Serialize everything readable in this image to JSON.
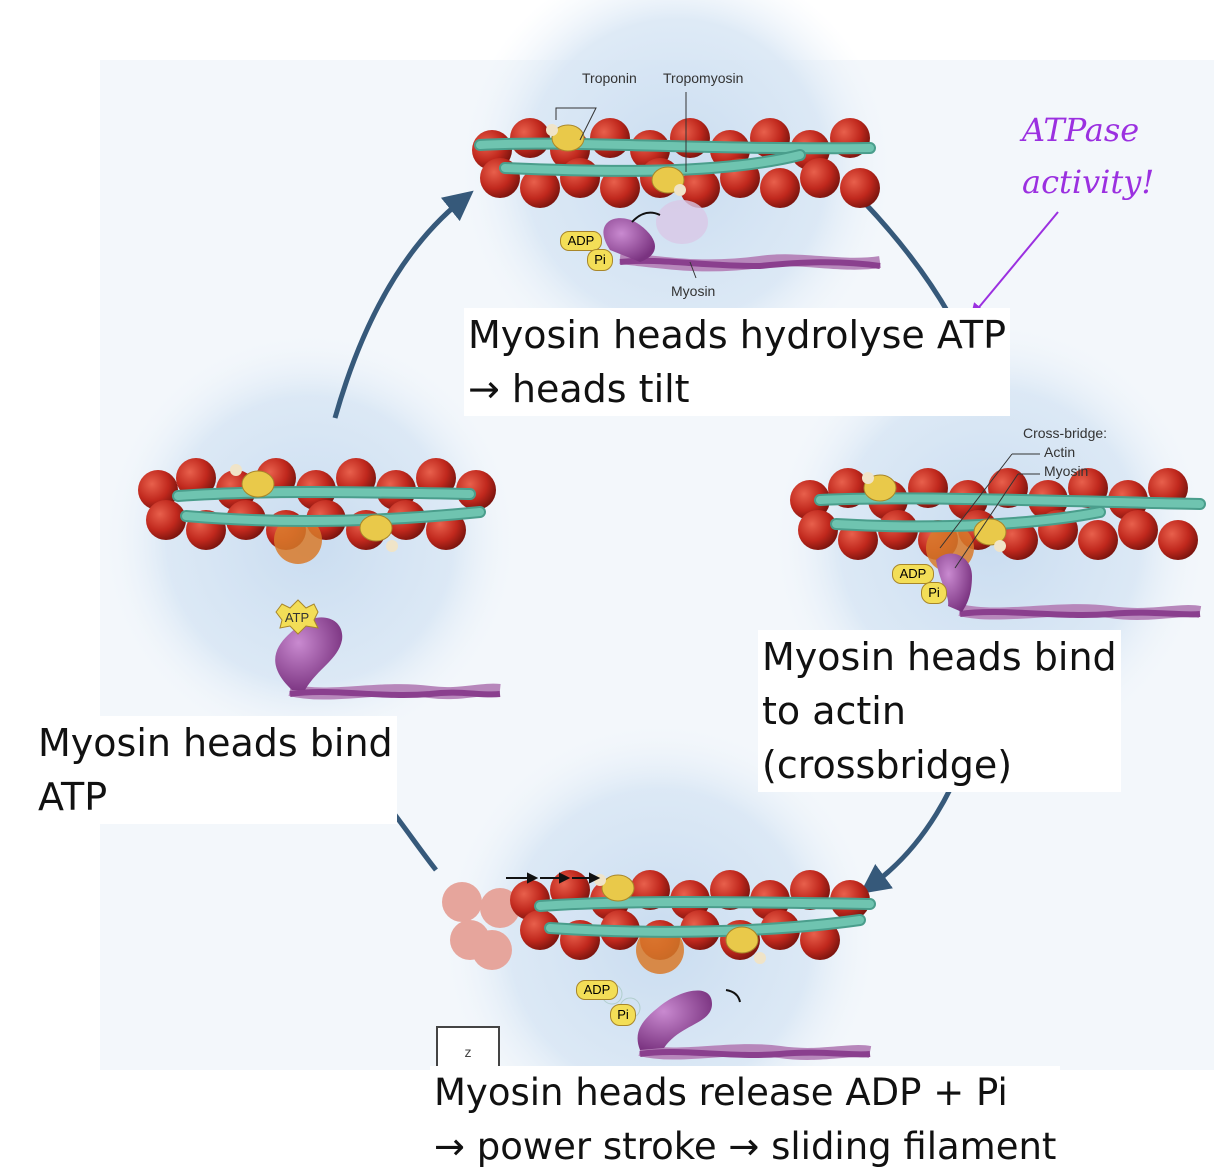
{
  "captions": {
    "top": {
      "line1": "Myosin heads hydrolyse ATP",
      "line2": "→ heads tilt"
    },
    "right": {
      "line1": "Myosin heads bind",
      "line2": "to actin",
      "line3": "(crossbridge)"
    },
    "left": {
      "line1": "Myosin heads bind",
      "line2": "ATP"
    },
    "bottom": {
      "line1": "Myosin heads release ADP + Pi",
      "line2": "→ power stroke → sliding filament"
    }
  },
  "annotation": {
    "line1": "ATPase",
    "line2": "activity!",
    "color": "#9b30e0"
  },
  "labels": {
    "troponin": "Troponin",
    "tropomyosin": "Tropomyosin",
    "myosin": "Myosin",
    "crossbridge": "Cross-bridge:",
    "actin": "Actin",
    "myosin2": "Myosin",
    "z": "z"
  },
  "molecules": {
    "atp": "ATP",
    "adp": "ADP",
    "pi": "Pi"
  },
  "colors": {
    "actin": "#c0281d",
    "tropomyosin": "#6fc4b0",
    "troponin": "#e9c94a",
    "myosin": "#8a3f8e",
    "arrow": "#36597a",
    "glow": "#c9dcf0"
  }
}
